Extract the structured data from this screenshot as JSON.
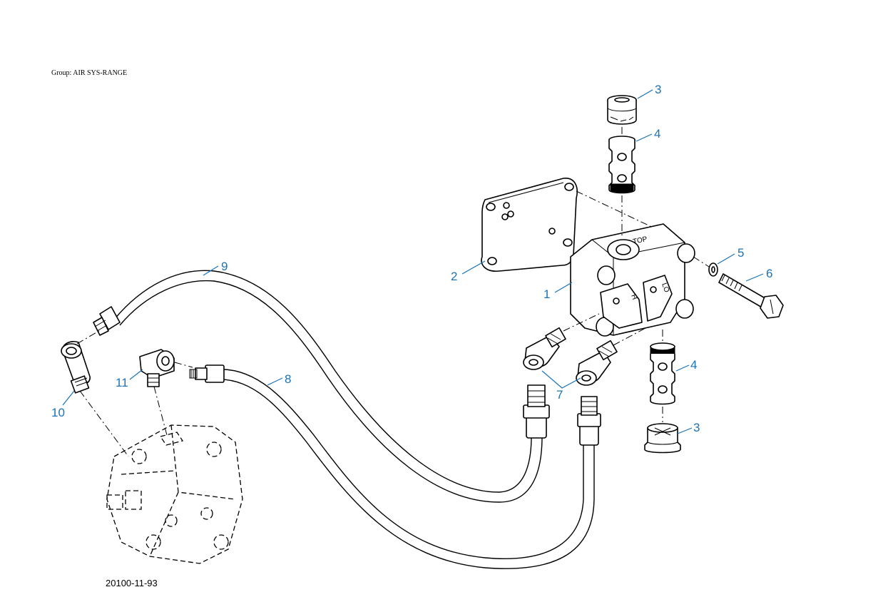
{
  "header": {
    "group_label": "Group: AIR SYS-RANGE"
  },
  "footer": {
    "figure_id": "20100-11-93"
  },
  "body_stamps": {
    "top": "TOP",
    "hi": "H",
    "lo": "LO"
  },
  "callouts": {
    "c1": "1",
    "c2": "2",
    "c3a": "3",
    "c3b": "3",
    "c4a": "4",
    "c4b": "4",
    "c5": "5",
    "c6": "6",
    "c7": "7",
    "c8": "8",
    "c9": "9",
    "c10": "10",
    "c11": "11"
  },
  "colors": {
    "callout": "#1a73b8",
    "line": "#000000"
  }
}
